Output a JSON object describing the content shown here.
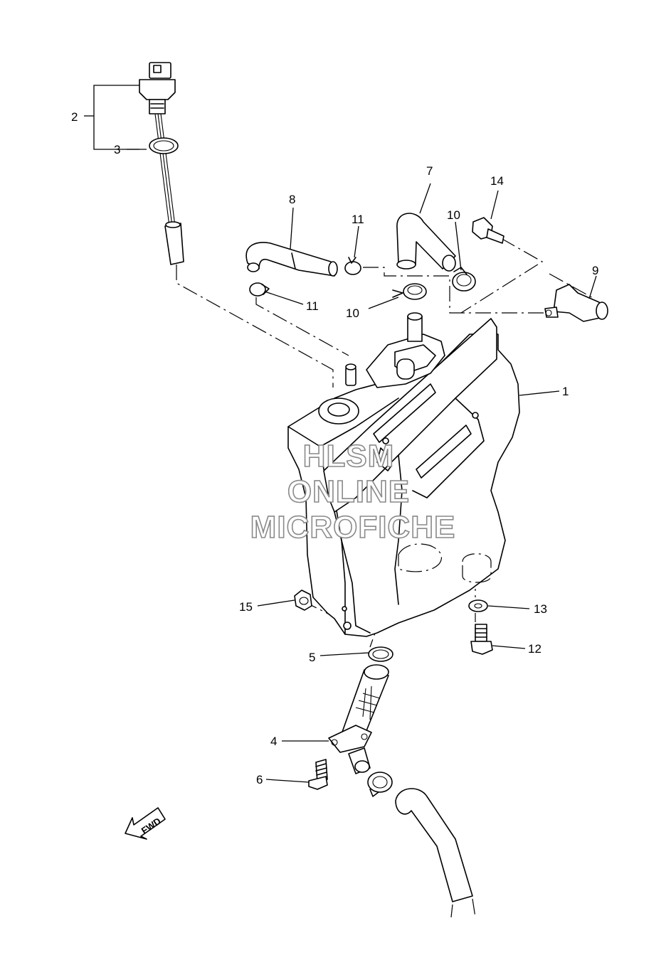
{
  "callouts": {
    "c1": "1",
    "c2": "2",
    "c3": "3",
    "c4": "4",
    "c5": "5",
    "c6": "6",
    "c7": "7",
    "c8": "8",
    "c9": "9",
    "c10a": "10",
    "c10b": "10",
    "c11a": "11",
    "c11b": "11",
    "c12": "12",
    "c13": "13",
    "c14": "14",
    "c15": "15"
  },
  "watermark": {
    "line1": "HLSM",
    "line2": "ONLINE",
    "line3": "MICROFICHE",
    "color": "#8a8a8a"
  },
  "fwd_marker": {
    "label": "FWD",
    "icon": "arrow-left-down-icon"
  },
  "colors": {
    "line": "#000000",
    "background": "#ffffff"
  }
}
